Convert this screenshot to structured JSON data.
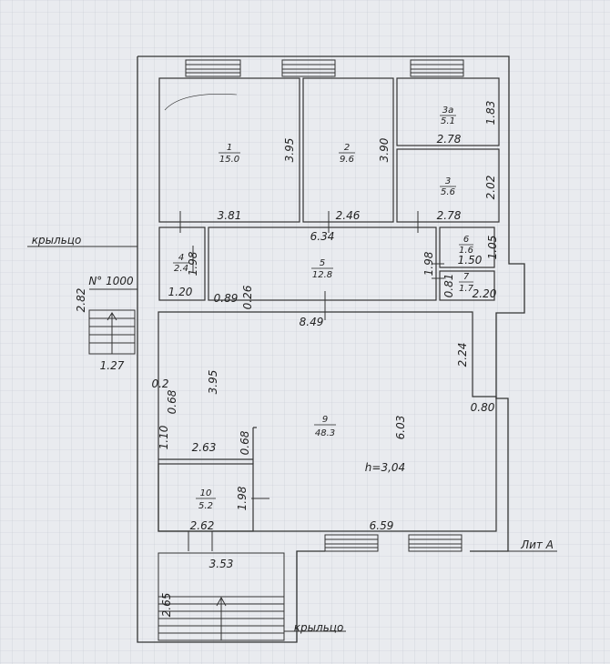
{
  "outside": {
    "porch_left": "крыльцо",
    "porch_bottom": "крыльцо",
    "lit": "Лит А",
    "number": "N° 1000"
  },
  "rooms": [
    {
      "id": "r1",
      "num": "1",
      "area": "15.0"
    },
    {
      "id": "r2",
      "num": "2",
      "area": "9.6"
    },
    {
      "id": "r3a",
      "num": "3а",
      "area": "5.1"
    },
    {
      "id": "r3",
      "num": "3",
      "area": "5.6"
    },
    {
      "id": "r4",
      "num": "4",
      "area": "2.4"
    },
    {
      "id": "r5",
      "num": "5",
      "area": "12.8"
    },
    {
      "id": "r6",
      "num": "6",
      "area": "1.6"
    },
    {
      "id": "r7",
      "num": "7",
      "area": "1.7"
    },
    {
      "id": "r9",
      "num": "9",
      "area": "48.3"
    },
    {
      "id": "r10",
      "num": "10",
      "area": "5.2"
    }
  ],
  "dimensions": {
    "r1_h": "3.95",
    "r1_w": "3.81",
    "r2_h": "3.90",
    "r2_w": "2.46",
    "r3a_h": "1.83",
    "r3a_w": "2.78",
    "r3_h": "2.02",
    "r3_w": "2.78",
    "r4_w": "1.20",
    "r4_h": "1.98",
    "r5_w": "6.34",
    "r5_h": "1.98",
    "wall_089": "0.89",
    "wall_026": "0.26",
    "r6_h": "1.05",
    "r6_w": "1.50",
    "r7_h": "0.81",
    "r7_w": "2.20",
    "r9_w": "8.49",
    "r9_h_left": "3.95",
    "d_02": "0.2",
    "d_068a": "0.68",
    "d_110": "1.10",
    "d_263": "2.63",
    "d_068b": "0.68",
    "r9_h_right": "6.03",
    "d_224": "2.24",
    "d_080": "0.80",
    "r10_h": "1.98",
    "r10_w": "2.62",
    "r9_bottom": "6.59",
    "height": "h=3,04",
    "porch_left_h": "2.82",
    "porch_left_w": "1.27",
    "porch_bottom_w": "3.53",
    "porch_bottom_h": "2.65"
  }
}
